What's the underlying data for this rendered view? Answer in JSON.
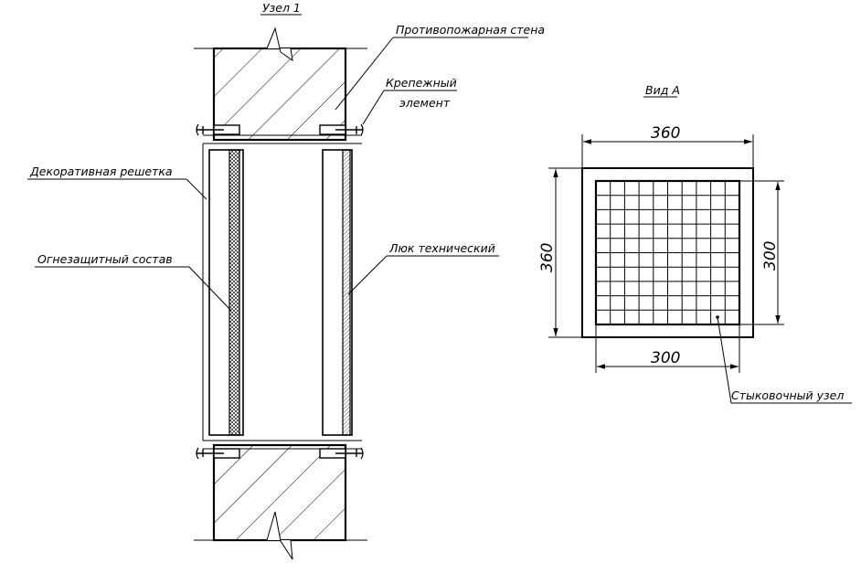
{
  "left_view": {
    "title": "Узел 1",
    "labels": {
      "fire_wall": "Противопожарная стена",
      "fastener_line1": "Крепежный",
      "fastener_line2": "элемент",
      "grille": "Декоративная решетка",
      "fireproof": "Огнезащитный состав",
      "hatch": "Люк технический"
    }
  },
  "right_view": {
    "title": "Вид А",
    "dims": {
      "outer_width": "360",
      "outer_height": "360",
      "inner_height": "300",
      "inner_width": "300"
    },
    "joint_label": "Стыковочный узел"
  }
}
